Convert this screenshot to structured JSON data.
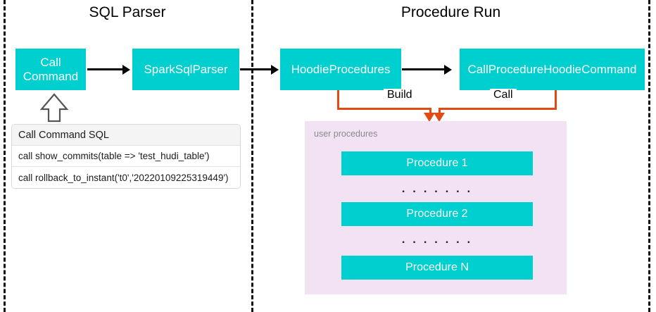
{
  "diagram": {
    "title_left": "SQL Parser",
    "title_right": "Procedure Run",
    "colors": {
      "box_fill": "#00CFCF",
      "box_text": "#FFFFFF",
      "connector_orange": "#E24A14",
      "panel_pink": "#F2E2F3",
      "divider": "#111111"
    }
  },
  "flow": {
    "call_command": "Call\nCommand",
    "call_command_line1": "Call",
    "call_command_line2": "Command",
    "spark_sql_parser": "SparkSqlParser",
    "hoodie_procedures": "HoodieProcedures",
    "call_procedure_hoodie_command": "CallProcedureHoodieCommand"
  },
  "connectors": {
    "build_label": "Build",
    "call_label": "Call"
  },
  "sql_table": {
    "header": "Call Command SQL",
    "rows": [
      "call show_commits(table => 'test_hudi_table')",
      "call rollback_to_instant('t0','20220109225319449')"
    ]
  },
  "user_procedures": {
    "label": "user procedures",
    "items": [
      "Procedure 1",
      "Procedure 2",
      "Procedure N"
    ],
    "ellipsis": ". . . . . . ."
  }
}
